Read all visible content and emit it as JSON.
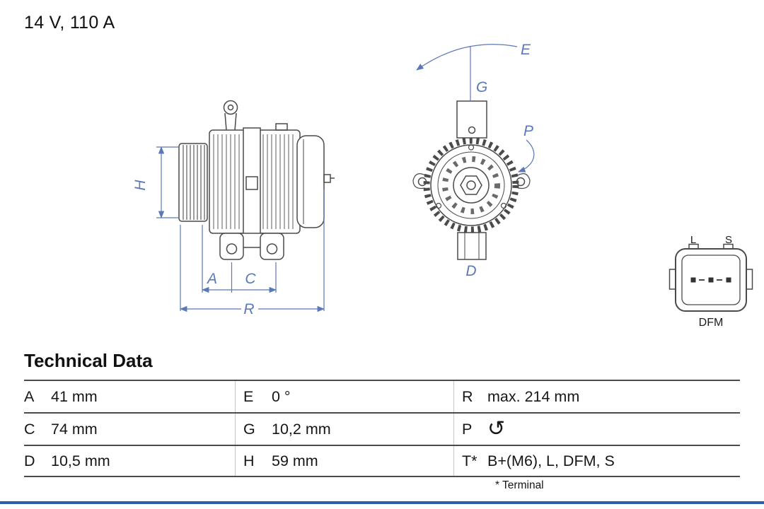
{
  "header": {
    "rating": "14 V, 110 A"
  },
  "section_title": "Technical Data",
  "table": {
    "rows": [
      [
        {
          "label": "A",
          "value": "41 mm"
        },
        {
          "label": "E",
          "value": "0 °"
        },
        {
          "label": "R",
          "value": "max. 214 mm"
        }
      ],
      [
        {
          "label": "C",
          "value": "74 mm"
        },
        {
          "label": "G",
          "value": "10,2 mm"
        },
        {
          "label": "P",
          "glyph": "↺"
        }
      ],
      [
        {
          "label": "D",
          "value": "10,5 mm"
        },
        {
          "label": "H",
          "value": "59 mm"
        },
        {
          "label": "T*",
          "value": "B+(M6), L, DFM, S"
        }
      ]
    ],
    "footnote": "* Terminal"
  },
  "diagram": {
    "labels": {
      "H": "H",
      "A": "A",
      "C": "C",
      "R": "R",
      "E": "E",
      "G": "G",
      "P": "P",
      "D": "D"
    },
    "connector": {
      "pin_left": "L",
      "pin_right": "S",
      "caption": "DFM"
    }
  },
  "colors": {
    "dimension_blue": "#5b78b8",
    "accent_bar": "#2e5ea9",
    "line_dark": "#4a4a4a",
    "table_border": "#4a4a4a",
    "divider": "#c6c6c6"
  }
}
